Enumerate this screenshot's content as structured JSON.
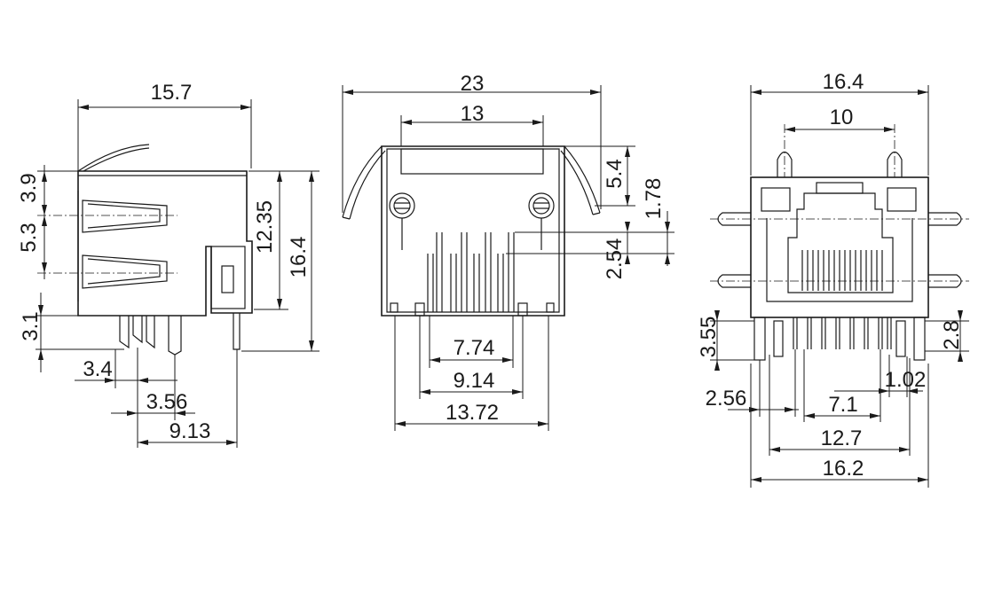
{
  "side_view": {
    "width": "15.7",
    "top_offset": "3.9",
    "port_pitch": "5.3",
    "body_height": "12.35",
    "total_height": "16.4",
    "pin_length": "3.1",
    "pin_offset": "3.4",
    "pin_spacing": "3.56",
    "pin_span": "9.13"
  },
  "front_view": {
    "overall_width": "23",
    "inner_width": "13",
    "top_gap": "5.4",
    "row_pitch": "1.78",
    "row_offset": "2.54",
    "contact_span": "7.74",
    "housing_span": "9.14",
    "mount_span": "13.72"
  },
  "pcb_view": {
    "overall_width": "16.4",
    "post_spacing": "10",
    "left_height": "3.55",
    "right_height": "2.8",
    "pin_pitch": "1.02",
    "first_pin_offset": "2.56",
    "row_span": "7.1",
    "mount_holes": "12.7",
    "total_width": "16.2"
  }
}
